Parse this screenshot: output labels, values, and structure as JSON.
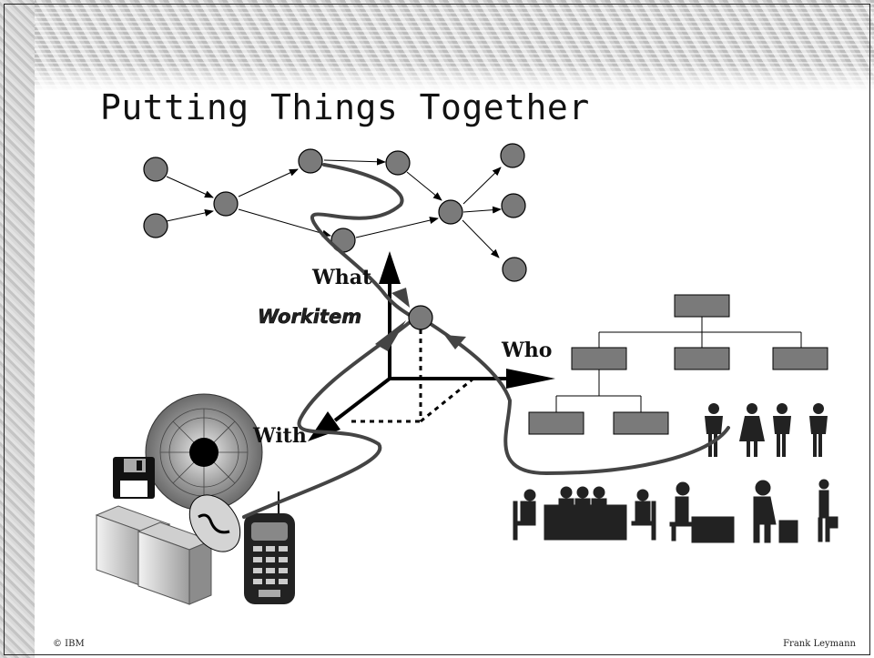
{
  "slide": {
    "title": "Putting Things Together",
    "footer_left": "© IBM",
    "footer_right": "Frank Leymann"
  },
  "diagram": {
    "axis_labels": {
      "what": "What",
      "who": "Who",
      "with": "With"
    },
    "center_label": "Workitem"
  }
}
